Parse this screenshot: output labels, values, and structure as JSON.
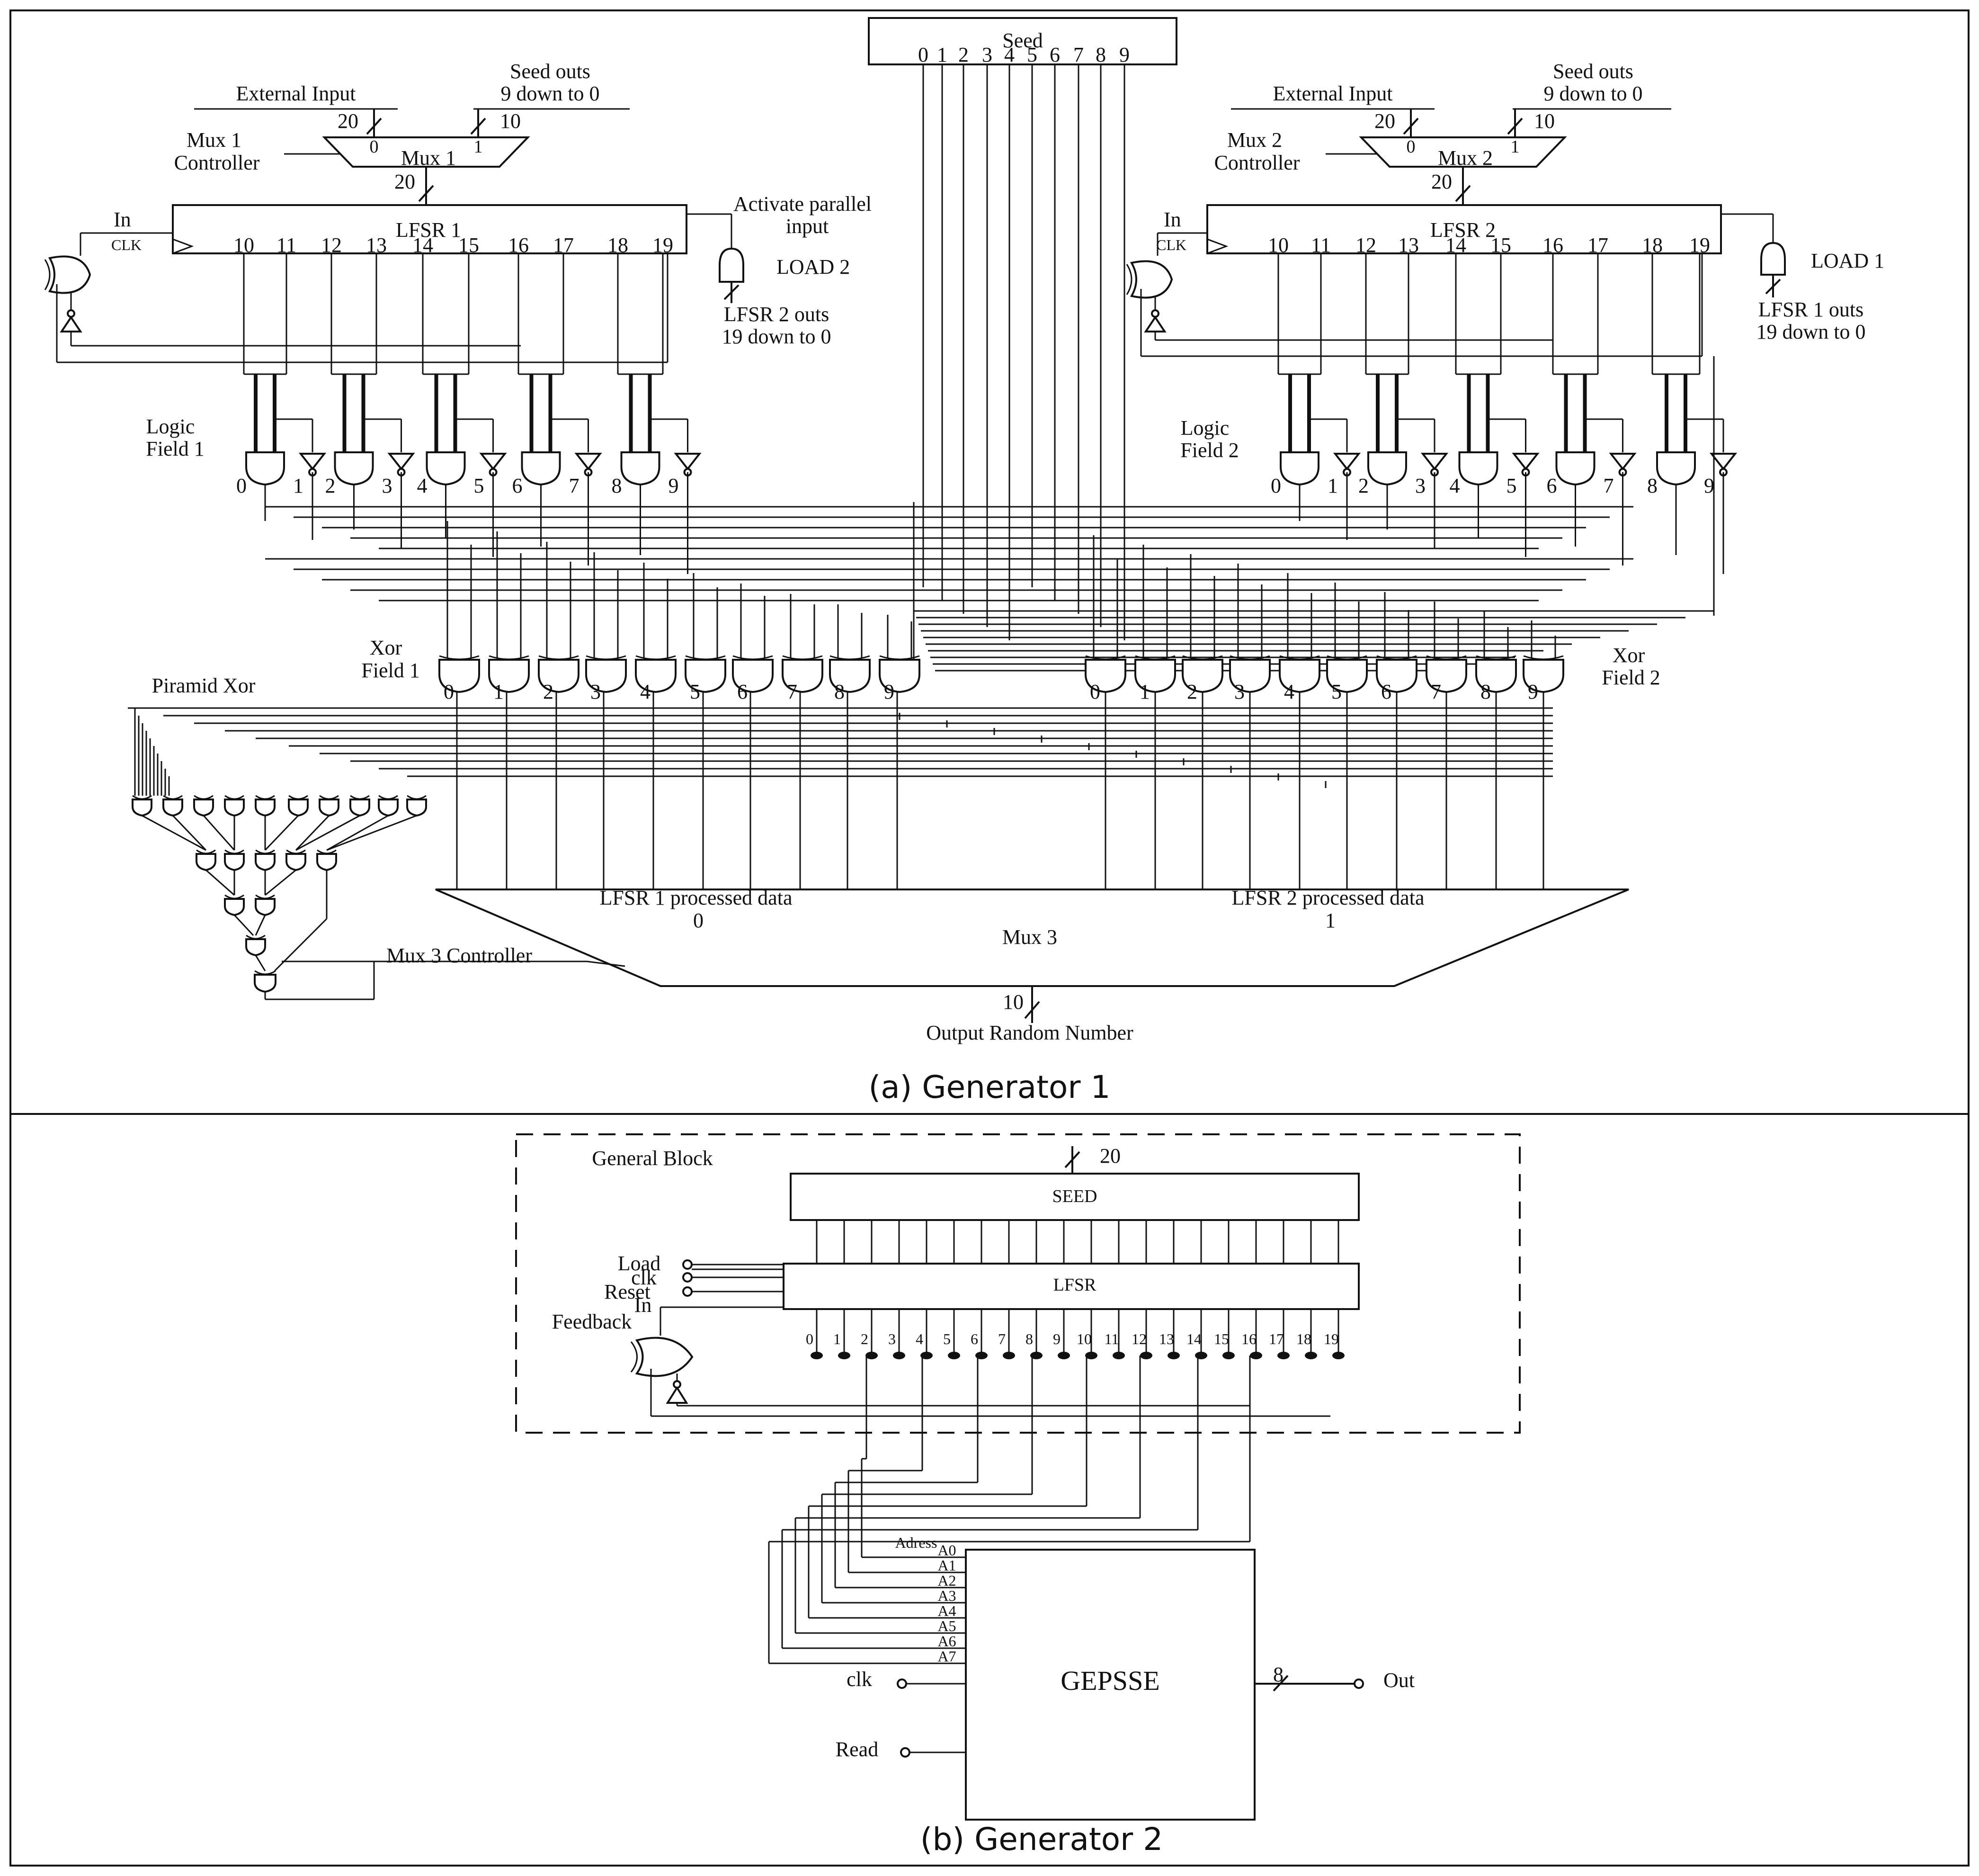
{
  "generator1": {
    "caption": "(a) Generator 1",
    "seed": {
      "title": "Seed",
      "bits": [
        "0",
        "1",
        "2",
        "3",
        "4",
        "5",
        "6",
        "7",
        "8",
        "9"
      ]
    },
    "left": {
      "external_input": "External Input",
      "seed_outs_1": "Seed outs",
      "seed_outs_2": "9 down to 0",
      "bus_in": "20",
      "bus_seed": "10",
      "bus_out": "20",
      "mux_ctrl_1": "Mux 1",
      "mux_ctrl_2": "Controller",
      "mux_label": "Mux 1",
      "mux_in0": "0",
      "mux_in1": "1",
      "lfsr_title": "LFSR 1",
      "in_label": "In",
      "clk_label": "CLK",
      "bits": [
        "10",
        "11",
        "12",
        "13",
        "14",
        "15",
        "16",
        "17",
        "18",
        "19"
      ],
      "activate_1": "Activate parallel",
      "activate_2": "input",
      "load": "LOAD 2",
      "outs_1": "LFSR 2 outs",
      "outs_2": "19 down to 0",
      "logic_1": "Logic",
      "logic_2": "Field 1",
      "logic_nums": [
        "0",
        "1",
        "2",
        "3",
        "4",
        "5",
        "6",
        "7",
        "8",
        "9"
      ],
      "xor_1": "Xor",
      "xor_2": "Field 1",
      "xor_nums": [
        "0",
        "1",
        "2",
        "3",
        "4",
        "5",
        "6",
        "7",
        "8",
        "9"
      ]
    },
    "right": {
      "external_input": "External Input",
      "seed_outs_1": "Seed outs",
      "seed_outs_2": "9 down to 0",
      "bus_in": "20",
      "bus_seed": "10",
      "bus_out": "20",
      "mux_ctrl_1": "Mux 2",
      "mux_ctrl_2": "Controller",
      "mux_label": "Mux 2",
      "mux_in0": "0",
      "mux_in1": "1",
      "lfsr_title": "LFSR 2",
      "in_label": "In",
      "clk_label": "CLK",
      "bits": [
        "10",
        "11",
        "12",
        "13",
        "14",
        "15",
        "16",
        "17",
        "18",
        "19"
      ],
      "load": "LOAD 1",
      "outs_1": "LFSR 1 outs",
      "outs_2": "19 down to 0",
      "logic_1": "Logic",
      "logic_2": "Field 2",
      "logic_nums": [
        "0",
        "1",
        "2",
        "3",
        "4",
        "5",
        "6",
        "7",
        "8",
        "9"
      ],
      "xor_1": "Xor",
      "xor_2": "Field 2",
      "xor_nums": [
        "0",
        "1",
        "2",
        "3",
        "4",
        "5",
        "6",
        "7",
        "8",
        "9"
      ]
    },
    "pyramid": "Piramid Xor",
    "mux3": {
      "label": "Mux 3",
      "in0_label": "LFSR 1 processed data",
      "in0_num": "0",
      "in1_label": "LFSR 2 processed data",
      "in1_num": "1",
      "controller": "Mux 3 Controller"
    },
    "output": {
      "bus": "10",
      "label": "Output Random Number"
    }
  },
  "generator2": {
    "caption": "(b) Generator 2",
    "block_label": "General Block",
    "seed_bus": "20",
    "seed_label": "SEED",
    "lfsr_label": "LFSR",
    "inputs": [
      "Load",
      "clk",
      "Reset"
    ],
    "in_label": "In",
    "feedback_label": "Feedback",
    "bits": [
      "0",
      "1",
      "2",
      "3",
      "4",
      "5",
      "6",
      "7",
      "8",
      "9",
      "10",
      "11",
      "12",
      "13",
      "14",
      "15",
      "16",
      "17",
      "18",
      "19"
    ],
    "chip": "GEPSSE",
    "address": "Adress",
    "addr_pins": [
      "A0",
      "A1",
      "A2",
      "A3",
      "A4",
      "A5",
      "A6",
      "A7"
    ],
    "clk": "clk",
    "read": "Read",
    "out": "Out",
    "out_bus": "8"
  }
}
